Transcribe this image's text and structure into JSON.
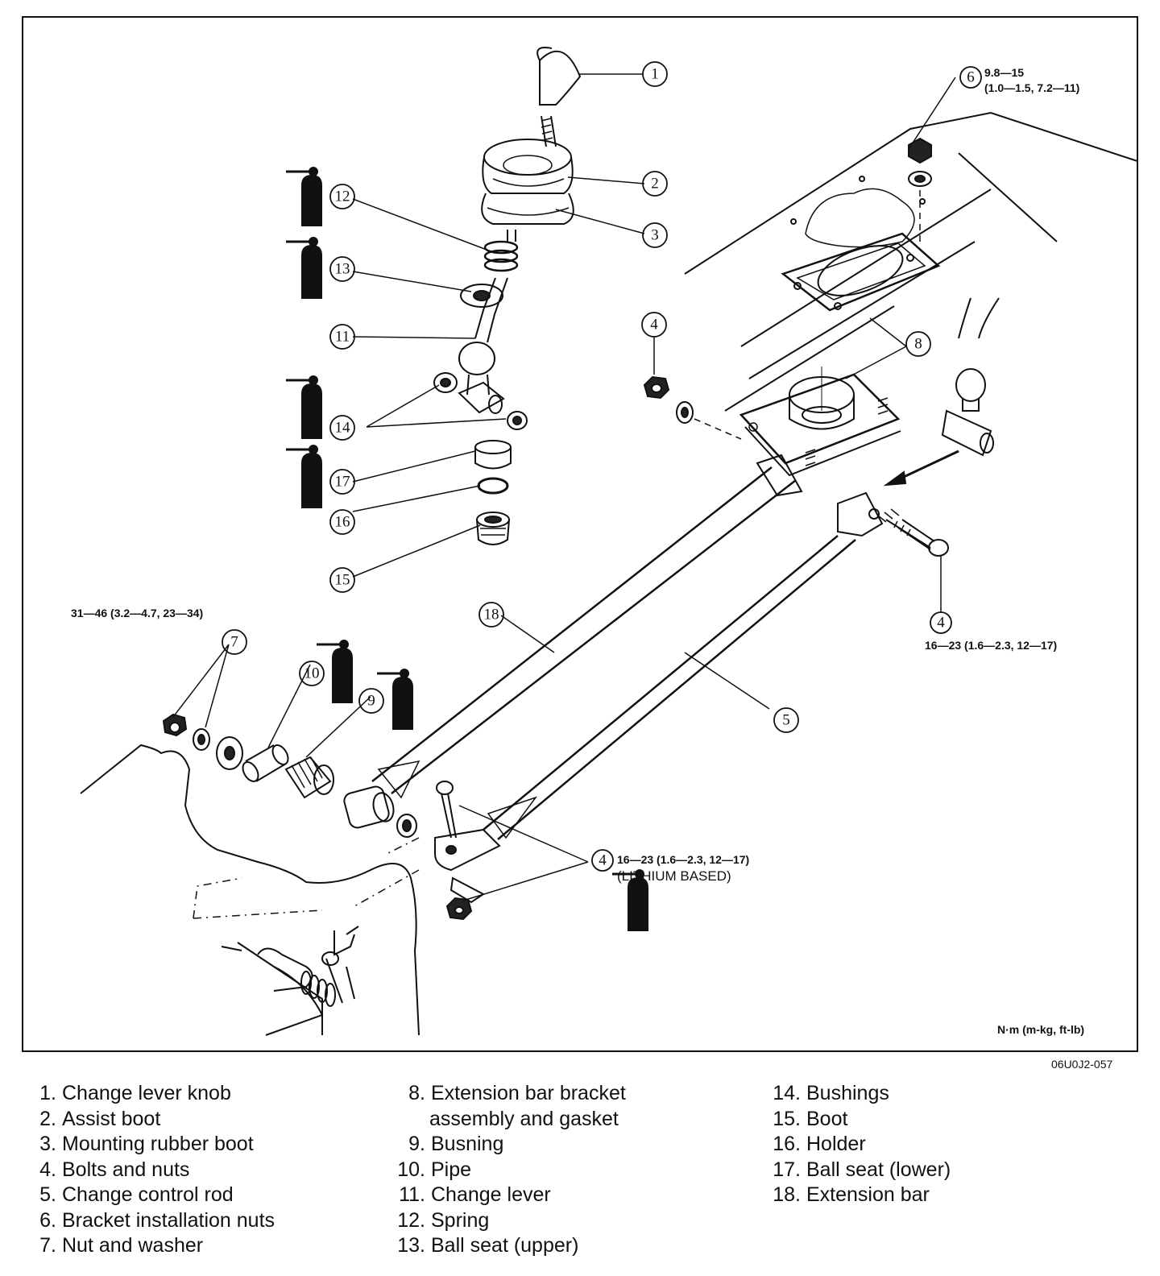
{
  "figure_code": "06U0J2-057",
  "units_note": "N·m (m-kg, ft-lb)",
  "callouts": {
    "c1": "1",
    "c2": "2",
    "c3": "3",
    "c4": "4",
    "c5": "5",
    "c6": "6",
    "c7": "7",
    "c8": "8",
    "c9": "9",
    "c10": "10",
    "c11": "11",
    "c12": "12",
    "c13": "13",
    "c14": "14",
    "c15": "15",
    "c16": "16",
    "c17": "17",
    "c18": "18"
  },
  "torque": {
    "nut6_line1": "9.8—15",
    "nut6_line2": "(1.0—1.5, 7.2—11)",
    "nut7": "31—46 (3.2—4.7, 23—34)",
    "bolt4_right": "16—23 (1.6—2.3, 12—17)",
    "bolt4_bottom": "16—23 (1.6—2.3, 12—17)",
    "grease_note": "(LITHIUM BASED)"
  },
  "legend": {
    "col1": [
      {
        "num": "1.",
        "text": "Change lever knob"
      },
      {
        "num": "2.",
        "text": "Assist boot"
      },
      {
        "num": "3.",
        "text": "Mounting rubber boot"
      },
      {
        "num": "4.",
        "text": "Bolts and nuts"
      },
      {
        "num": "5.",
        "text": "Change control rod"
      },
      {
        "num": "6.",
        "text": "Bracket installation nuts"
      },
      {
        "num": "7.",
        "text": "Nut and washer"
      }
    ],
    "col2": [
      {
        "num": "8.",
        "text": "Extension bar bracket",
        "cont": "assembly and gasket"
      },
      {
        "num": "9.",
        "text": "Busning"
      },
      {
        "num": "10.",
        "text": "Pipe"
      },
      {
        "num": "11.",
        "text": "Change lever"
      },
      {
        "num": "12.",
        "text": "Spring"
      },
      {
        "num": "13.",
        "text": "Ball seat (upper)"
      }
    ],
    "col3": [
      {
        "num": "14.",
        "text": "Bushings"
      },
      {
        "num": "15.",
        "text": "Boot"
      },
      {
        "num": "16.",
        "text": "Holder"
      },
      {
        "num": "17.",
        "text": "Ball seat (lower)"
      },
      {
        "num": "18.",
        "text": "Extension bar"
      }
    ]
  }
}
